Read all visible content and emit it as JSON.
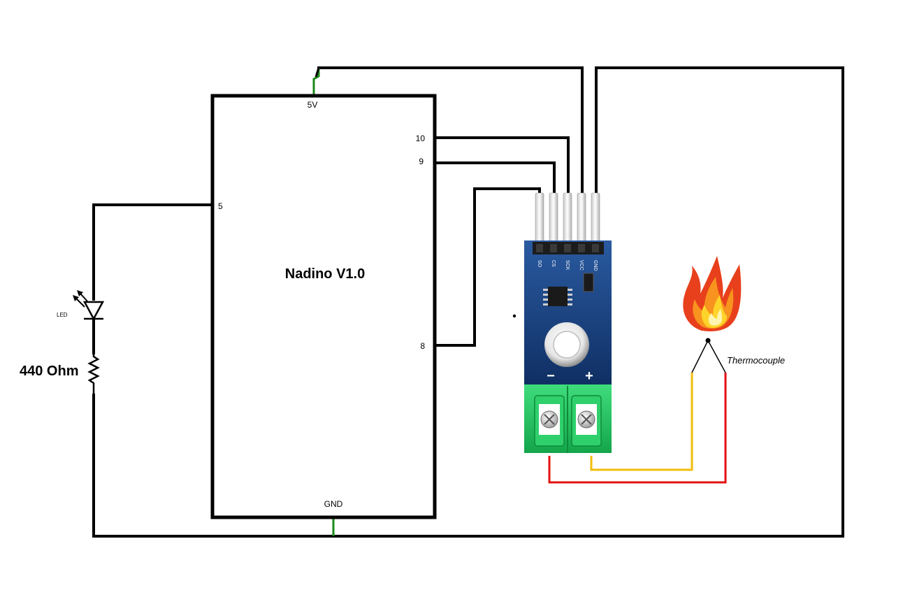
{
  "board": {
    "title": "Nadino V1.0",
    "pins": {
      "p5v": "5V",
      "p10": "10",
      "p9": "9",
      "p5": "5",
      "p8": "8",
      "gnd": "GND"
    }
  },
  "module": {
    "pin_labels": [
      "SO",
      "CS",
      "SCK",
      "VCC",
      "GND"
    ],
    "minus": "−",
    "plus": "+"
  },
  "led": {
    "label": "LED"
  },
  "resistor": {
    "label": "440 Ohm"
  },
  "thermocouple": {
    "label": "Thermocouple"
  },
  "colors": {
    "wire": "#000000",
    "green_wire": "#1a8a1a",
    "thermo_yellow": "#f2bd0a",
    "thermo_red": "#e31212",
    "module_blue": "#1e4d8c",
    "terminal_green": "#22c55e"
  }
}
